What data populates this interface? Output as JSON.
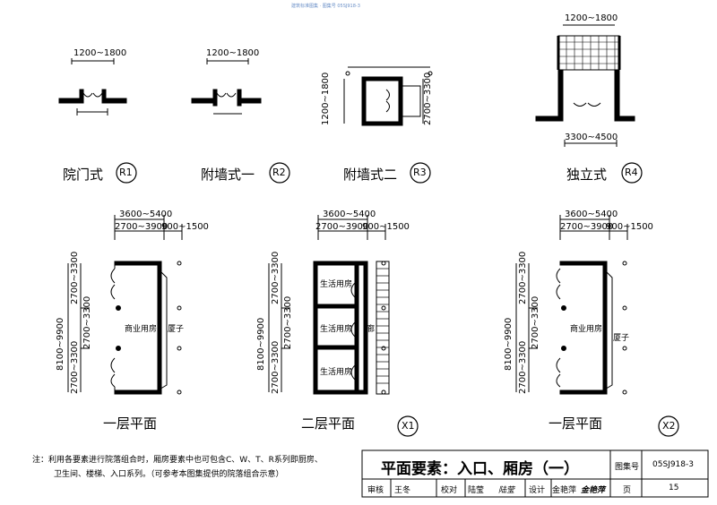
{
  "header_watermark": "建筑标准图集 · 图集号 05SJ918-3",
  "entries": [
    {
      "dim": "1200~1800",
      "caption": "院门式",
      "tag": "R1"
    },
    {
      "dim": "1200~1800",
      "caption": "附墙式一",
      "tag": "R2"
    },
    {
      "dim_v1": "1200~1800",
      "dim_v2": "2700~3300",
      "caption": "附墙式二",
      "tag": "R3"
    },
    {
      "dim_top": "1200~1800",
      "dim_bottom": "3300~4500",
      "caption": "独立式",
      "tag": "R4"
    }
  ],
  "plans": [
    {
      "dim_total": "3600~5400",
      "dim_a": "2700~3900",
      "dim_b": "900~1500",
      "dim_v_total": "8100~9900",
      "dim_v1": "2700~3300",
      "dim_v2": "2700~3300",
      "dim_v3": "2700~3300",
      "room1": "商业用房",
      "room2": "厦子",
      "caption": "一层平面"
    },
    {
      "dim_total": "3600~5400",
      "dim_a": "2700~3900",
      "dim_b": "900~1500",
      "dim_v_total": "8100~9900",
      "dim_v1": "2700~3300",
      "dim_v2": "2700~3300",
      "dim_v3": "2700~3300",
      "room1": "生活用房",
      "room2": "生活用房",
      "room3": "生活用房",
      "room4": "廊",
      "caption": "二层平面"
    },
    {
      "dim_total": "3600~5400",
      "dim_a": "2700~3900",
      "dim_b": "900~1500",
      "dim_v_total": "8100~9900",
      "dim_v1": "2700~3300",
      "dim_v2": "2700~3300",
      "dim_v3": "2700~3300",
      "room1": "商业用房",
      "room2": "厦子",
      "caption": "一层平面"
    }
  ],
  "group_tags": [
    "X1",
    "X2"
  ],
  "note": {
    "line1": "注：利用各要素进行院落组合时，厢房要素中也可包含C、W、T、R系列即厨房、",
    "line2": "卫生间、楼梯、入口系列。（可参考本图集提供的院落组合示意）"
  },
  "title_block": {
    "title": "平面要素：入口、厢房（一）",
    "atlas_label": "图集号",
    "atlas_no": "05SJ918-3",
    "review_label": "审核",
    "review_name": "王冬",
    "check_label": "校对",
    "check_name": "陆莹",
    "check_sign": "陆莹",
    "design_label": "设计",
    "design_name": "金艳萍",
    "design_sign": "金艳萍",
    "page_label": "页",
    "page_no": "15"
  }
}
